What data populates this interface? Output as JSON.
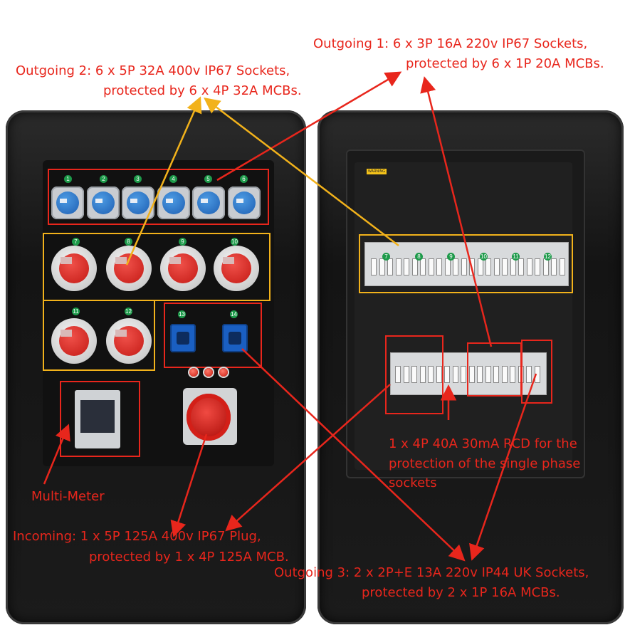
{
  "annotations": {
    "outgoing1_line1": "Outgoing 1: 6 x 3P 16A 220v IP67 Sockets,",
    "outgoing1_line2": "protected by 6 x 1P 20A MCBs.",
    "outgoing2_line1": "Outgoing 2: 6 x 5P 32A 400v IP67 Sockets,",
    "outgoing2_line2": "protected by 6 x 4P 32A MCBs.",
    "rcd_line1": "1 x 4P 40A 30mA RCD for the",
    "rcd_line2": "protection of the single phase",
    "rcd_line3": "sockets",
    "multimeter": "Multi-Meter",
    "incoming_line1": "Incoming: 1 x 5P 125A 400v IP67 Plug,",
    "incoming_line2": "protected by 1 x 4P 125A MCB.",
    "outgoing3_line1": "Outgoing 3: 2 x 2P+E 13A 220v IP44 UK Sockets,",
    "outgoing3_line2": "protected by 2 x 1P 16A MCBs."
  },
  "socket_numbers": [
    "1",
    "2",
    "3",
    "4",
    "5",
    "6",
    "7",
    "8",
    "9",
    "10",
    "11",
    "12",
    "13",
    "14"
  ],
  "mcb_numbers": [
    "7",
    "8",
    "9",
    "10",
    "11",
    "12"
  ],
  "warning_label": "WARNING",
  "colors": {
    "annotation_red": "#e8261c",
    "highlight_yellow": "#f2b21b",
    "enclosure": "#1b1b1b",
    "socket_blue": "#1e5fb3",
    "socket_red": "#c41a15",
    "number_badge_green": "#1d9a4a"
  }
}
